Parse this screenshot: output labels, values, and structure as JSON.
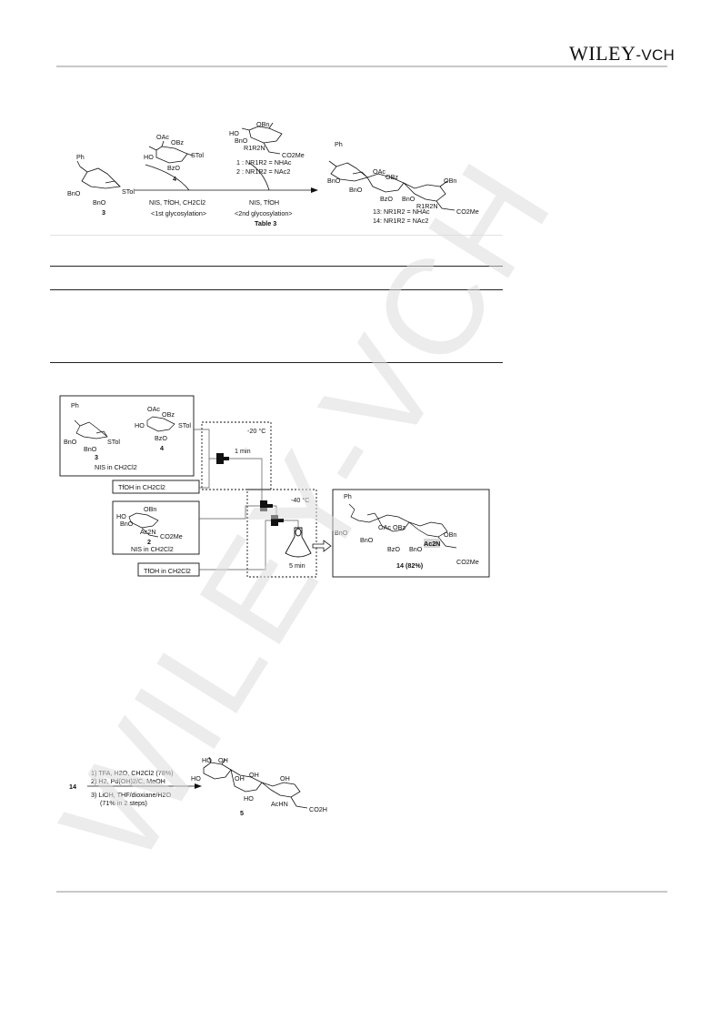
{
  "header": {
    "publisher_main": "WILEY",
    "publisher_sep": "-",
    "publisher_suffix": "VCH"
  },
  "watermark": {
    "text": "WILEY-VCH",
    "color": "#d9d9d9"
  },
  "scheme1": {
    "cmpd3_ph": "Ph",
    "cmpd3_bno1": "BnO",
    "cmpd3_bno2": "BnO",
    "cmpd3_stol": "STol",
    "cmpd3_num": "3",
    "cmpd4_oac": "OAc",
    "cmpd4_obz": "OBz",
    "cmpd4_ho": "HO",
    "cmpd4_bzo": "BzO",
    "cmpd4_stol": "STol",
    "cmpd4_num": "4",
    "cond1": "NIS, TfOH, CH2Cl2",
    "step1": "<1st glycosylation>",
    "acc_obn": "OBn",
    "acc_ho": "HO",
    "acc_bno": "BnO",
    "acc_r1r2n": "R1R2N",
    "acc_co2me": "CO2Me",
    "acc_def1": "1 : NR1R2 = NHAc",
    "acc_def2": "2 : NR1R2 = NAc2",
    "cond2": "NIS, TfOH",
    "step2": "<2nd glycosylation>",
    "table_ref": "Table 3",
    "prod_ph": "Ph",
    "prod_bno1": "BnO",
    "prod_bno2": "BnO",
    "prod_oac": "OAc",
    "prod_obz": "OBz",
    "prod_bzo": "BzO",
    "prod_bno3": "BnO",
    "prod_obn": "OBn",
    "prod_r1r2n": "R1R2N",
    "prod_co2me": "CO2Me",
    "prod_def13": "13: NR1R2 = NHAc",
    "prod_def14": "14: NR1R2 = NAc2"
  },
  "scheme2": {
    "box1_ph": "Ph",
    "box1_bno1": "BnO",
    "box1_bno2": "BnO",
    "box1_stol": "STol",
    "box1_num3": "3",
    "box1_oac": "OAc",
    "box1_obz": "OBz",
    "box1_ho": "HO",
    "box1_bzo": "BzO",
    "box1_stol2": "STol",
    "box1_num4": "4",
    "box1_reagent": "NIS in CH2Cl2",
    "temp1": "-20 °C",
    "time1": "1 min",
    "tfoh1": "TfOH in CH2Cl2",
    "box2_obn": "OBn",
    "box2_ho": "HO",
    "box2_bno": "BnO",
    "box2_ac2n": "Ac2N",
    "box2_co2me": "CO2Me",
    "box2_num": "2",
    "box2_reagent": "NIS in CH2Cl2",
    "temp2": "-40 °C",
    "time2": "5 min",
    "tfoh2": "TfOH in CH2Cl2",
    "prod_ph": "Ph",
    "prod_bno1": "BnO",
    "prod_bno2": "BnO",
    "prod_oac": "OAc",
    "prod_obz": "OBz",
    "prod_bzo": "BzO",
    "prod_bno3": "BnO",
    "prod_obn": "OBn",
    "prod_ac2n": "Ac2N",
    "prod_co2me": "CO2Me",
    "prod_label": "14 (82%)"
  },
  "scheme3": {
    "start": "14",
    "cond1": "1) TFA, H2O, CH2Cl2 (78%)",
    "cond2": "2) H2, Pd(OH)2/C, MeOH",
    "cond3": "3) LiOH, THF/dioxiane/H2O",
    "cond4": "(71% in 2 steps)",
    "prod_ho1": "HO",
    "prod_oh1": "OH",
    "prod_ho2": "HO",
    "prod_oh2": "OH",
    "prod_oh3": "OH",
    "prod_oh4": "OH",
    "prod_ho3": "HO",
    "prod_achn": "AcHN",
    "prod_co2h": "CO2H",
    "prod_num": "5"
  }
}
